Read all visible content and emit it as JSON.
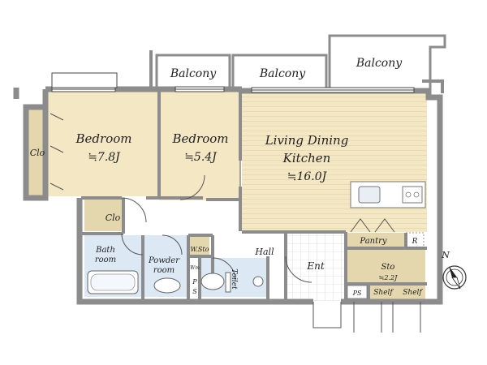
{
  "rooms": {
    "balcony_left": "Balcony",
    "balcony_mid": "Balcony",
    "balcony_right": "Balcony",
    "bedroom1": "Bedroom",
    "bedroom1_size": "≒7.8J",
    "bedroom2": "Bedroom",
    "bedroom2_size": "≒5.4J",
    "ldk_line1": "Living Dining",
    "ldk_line2": "Kitchen",
    "ldk_size": "≒16.0J",
    "clo_left": "Clo",
    "clo_small": "Clo",
    "bath_line1": "Bath",
    "bath_line2": "room",
    "powder_line1": "Powder",
    "powder_line2": "room",
    "wsto": "W.Sto",
    "wm": "Wm",
    "ps_p": "P",
    "ps_s": "S",
    "toilet": "Toilet",
    "hall": "Hall",
    "ent": "Ent",
    "pantry": "Pantry",
    "r": "R",
    "sto": "Sto",
    "sto_size": "≒2.2J",
    "ps2": "PS",
    "shelf1": "Shelf",
    "shelf2": "Shelf"
  },
  "compass": {
    "label": "N"
  },
  "colors": {
    "wall": "#8c8c8c",
    "floor_wood": "#f3e7c4",
    "floor_tile": "#ffffff",
    "bath": "#dce9f5",
    "storage": "#e4d7ad",
    "balcony": "#ffffff"
  },
  "icons": [
    "compass-icon",
    "bathtub-icon",
    "toilet-icon",
    "washbasin-icon",
    "sink-icon",
    "stove-icon"
  ]
}
